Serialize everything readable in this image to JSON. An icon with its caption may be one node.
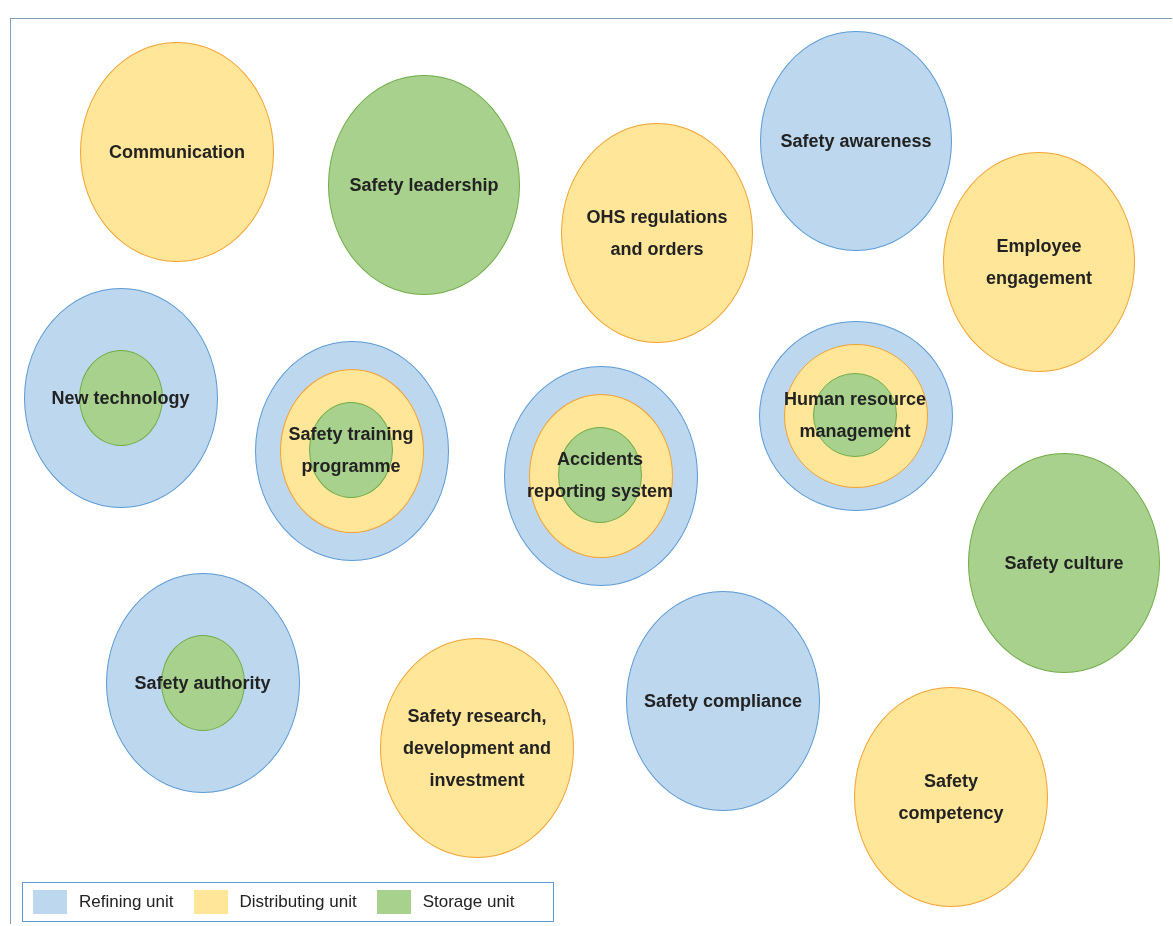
{
  "diagram": {
    "nodes": [
      {
        "text": [
          "Communication"
        ]
      },
      {
        "text": [
          "Safety leadership"
        ]
      },
      {
        "text": [
          "Safety awareness"
        ]
      },
      {
        "text": [
          "OHS regulations and orders"
        ]
      },
      {
        "text": [
          "Employee engagement"
        ]
      },
      {
        "text": [],
        "shape": "circle"
      },
      {
        "text": [
          "New technology"
        ],
        "in": 5
      },
      {
        "text": [],
        "shape": "circle"
      },
      {
        "text": [],
        "shape": "circle",
        "in": 7
      },
      {
        "text": [
          "Safety training programme"
        ],
        "in": 8
      },
      {
        "text": [],
        "shape": "circle"
      },
      {
        "text": [],
        "shape": "circle",
        "in": 10
      },
      {
        "text": [
          "Accidents reporting system"
        ],
        "in": 11
      },
      {
        "text": [],
        "shape": "circle"
      },
      {
        "text": [],
        "shape": "circle",
        "in": 13
      },
      {
        "text": [
          "Human resource management"
        ],
        "in": 14
      },
      {
        "text": [
          "Safety culture"
        ]
      },
      {
        "text": [],
        "shape": "circle"
      },
      {
        "text": [
          "Safety authority"
        ],
        "in": 17
      },
      {
        "text": [
          "Safety compliance"
        ]
      },
      {
        "text": [
          "Safety research, development and investment"
        ]
      },
      {
        "text": [
          "Safety competency"
        ]
      }
    ],
    "edges": [],
    "legend": [
      {
        "text": "Refining unit",
        "color": "#bdd7ee"
      },
      {
        "text": "Distributing unit",
        "color": "#ffe699"
      },
      {
        "text": "Storage unit",
        "color": "#a9d18e"
      }
    ]
  }
}
